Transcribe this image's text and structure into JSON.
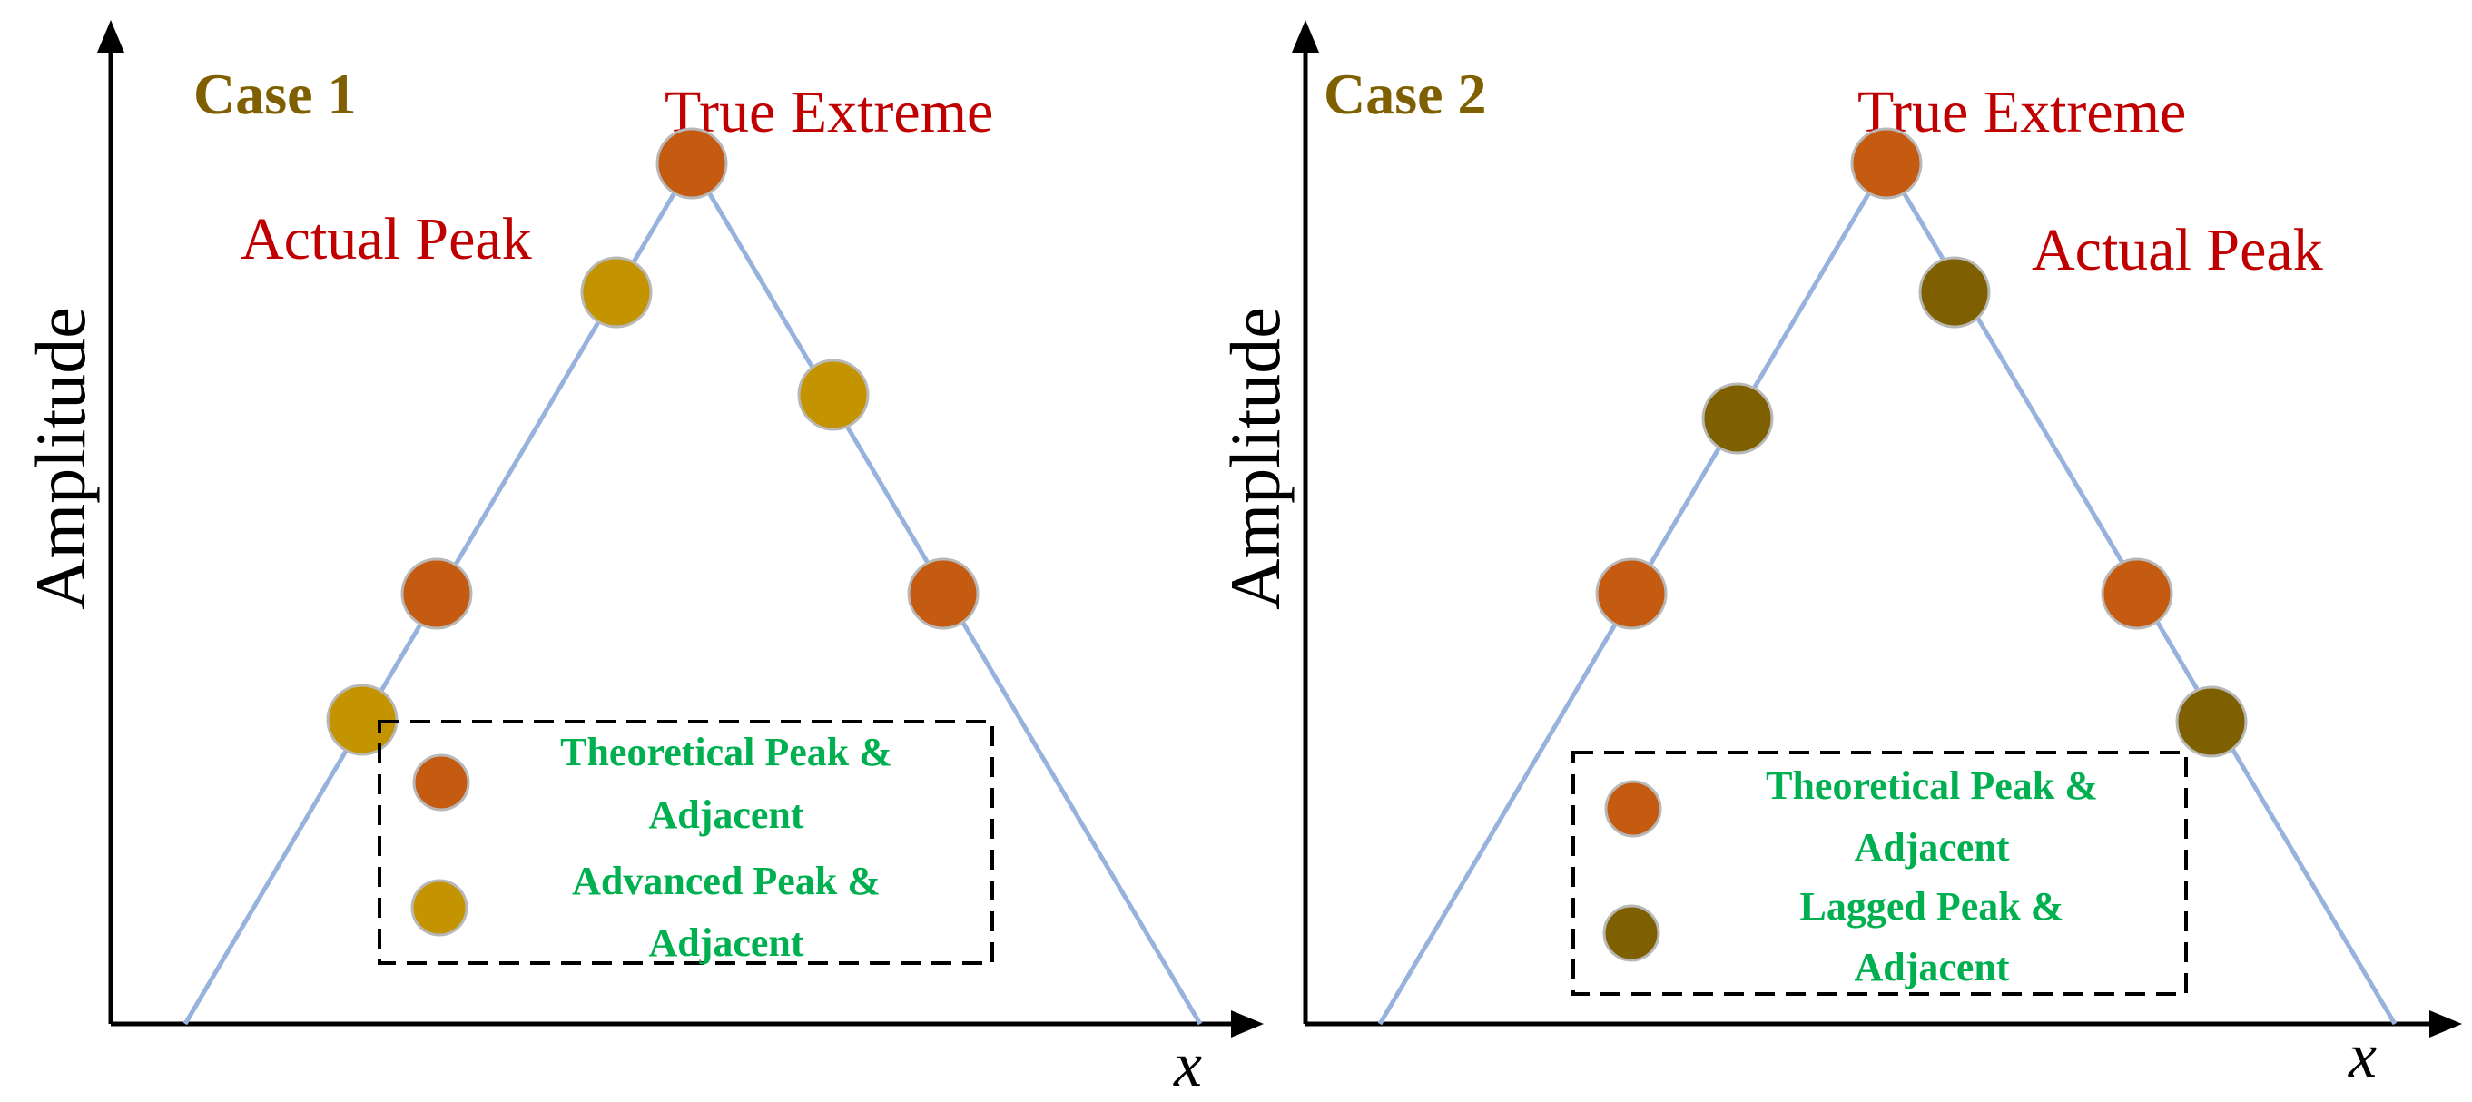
{
  "colors": {
    "triangle_line": "#97B2DC",
    "axis": "#000000",
    "theoretical_marker": "#C55A11",
    "advanced_marker": "#C49400",
    "lagged_marker": "#7F6000",
    "marker_stroke": "#B8B8B8",
    "case1_label": "#7F6000",
    "case2_label": "#7F6000",
    "annotation_red": "#C00000",
    "legend_text": "#00B050"
  },
  "panels": [
    {
      "case_label": "Case 1",
      "y_axis_label": "Amplitude",
      "x_axis_label": "x",
      "true_extreme_label": "True Extreme",
      "actual_peak_label": "Actual Peak",
      "legend": [
        {
          "marker": "theoretical",
          "line1": "Theoretical Peak &",
          "line2": "Adjacent"
        },
        {
          "marker": "advanced",
          "line1": "Advanced Peak &",
          "line2": "Adjacent"
        }
      ]
    },
    {
      "case_label": "Case 2",
      "y_axis_label": "Amplitude",
      "x_axis_label": "x",
      "true_extreme_label": "True Extreme",
      "actual_peak_label": "Actual Peak",
      "legend": [
        {
          "marker": "theoretical",
          "line1": "Theoretical Peak &",
          "line2": "Adjacent"
        },
        {
          "marker": "lagged",
          "line1": "Lagged Peak &",
          "line2": "Adjacent"
        }
      ]
    }
  ]
}
